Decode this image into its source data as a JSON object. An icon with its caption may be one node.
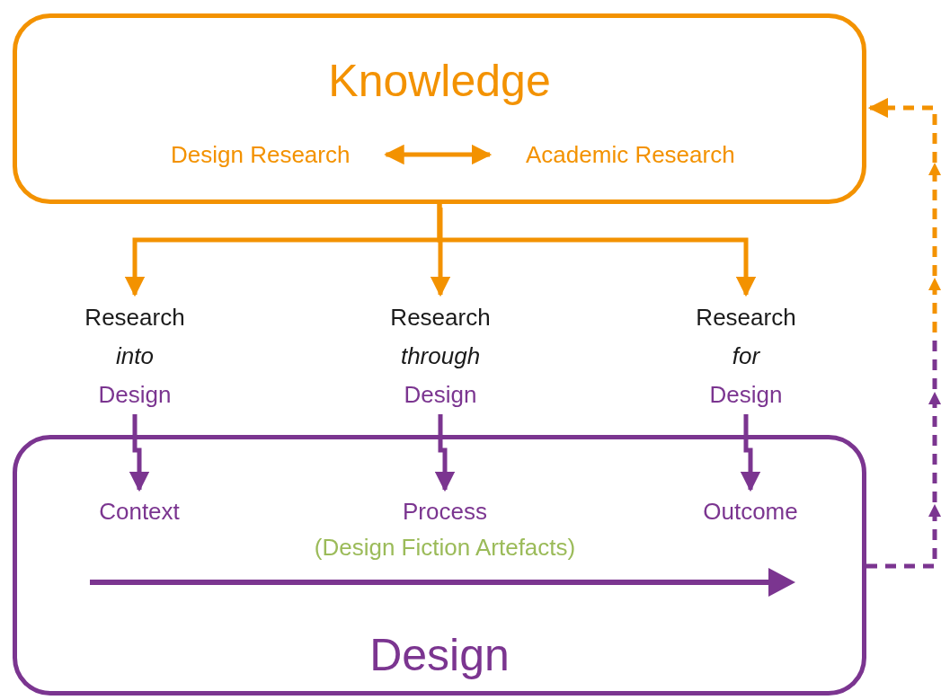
{
  "diagram": {
    "nodes": [
      {
        "text": [
          "Knowledge"
        ]
      },
      {
        "text": [
          "Design Research"
        ],
        "in": 0
      },
      {
        "text": [
          "Academic Research"
        ],
        "in": 0
      },
      {
        "text": [
          "Research",
          "into",
          "Design"
        ]
      },
      {
        "text": [
          "Research",
          "through",
          "Design"
        ]
      },
      {
        "text": [
          "Research",
          "for",
          "Design"
        ]
      },
      {
        "text": [
          "Design"
        ]
      },
      {
        "text": [
          "Context"
        ],
        "in": 6
      },
      {
        "text": [
          "Process",
          "(Design Fiction Artefacts)"
        ],
        "in": 6
      },
      {
        "text": [
          "Outcome"
        ],
        "in": 6
      }
    ],
    "edges": [
      {
        "from": 1,
        "to": 2,
        "arrow": "both"
      },
      {
        "from": 0,
        "to": 3,
        "arrow": "to"
      },
      {
        "from": 0,
        "to": 4,
        "arrow": "to"
      },
      {
        "from": 0,
        "to": 5,
        "arrow": "to"
      },
      {
        "from": 3,
        "to": 7,
        "arrow": "to",
        "color": "#7b3590"
      },
      {
        "from": 4,
        "to": 8,
        "arrow": "to",
        "color": "#7b3590"
      },
      {
        "from": 5,
        "to": 9,
        "arrow": "to",
        "color": "#7b3590"
      },
      {
        "from": 6,
        "to": 0,
        "arrow": "to",
        "style": "dashed"
      }
    ]
  }
}
